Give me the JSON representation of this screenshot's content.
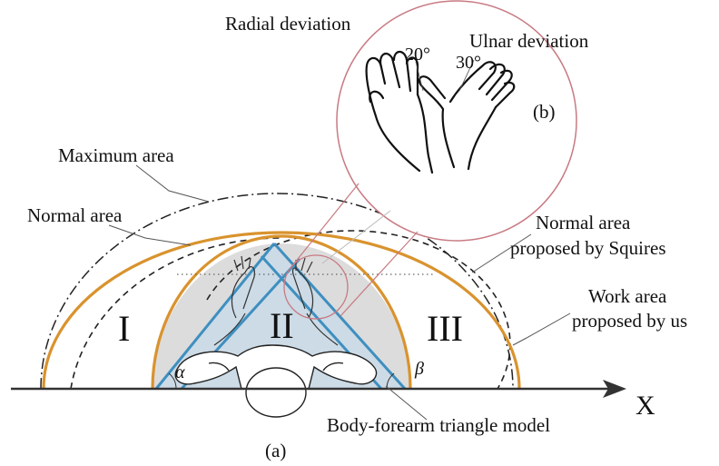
{
  "colors": {
    "orange_arc": "#d9932e",
    "blue_line": "#3f8fc0",
    "triangle_fill": "#c9dbe8",
    "pink_circle": "#c87a83",
    "grey_fill": "#dcdcdc",
    "ink": "#111111"
  },
  "labels": {
    "radial_deviation": "Radial deviation",
    "ulnar_deviation": "Ulnar deviation",
    "angle_20": "20°",
    "angle_30": "30°",
    "panel_b": "(b)",
    "maximum_area": "Maximum area",
    "normal_area": "Normal area",
    "squires_line1": "Normal area",
    "squires_line2": "proposed by Squires",
    "work_line1": "Work area",
    "work_line2": "proposed by us",
    "zone_1": "I",
    "zone_2": "II",
    "zone_3": "III",
    "alpha": "α",
    "beta": "β",
    "x_axis": "X",
    "model_label": "Body-forearm triangle model",
    "panel_a": "(a)"
  }
}
